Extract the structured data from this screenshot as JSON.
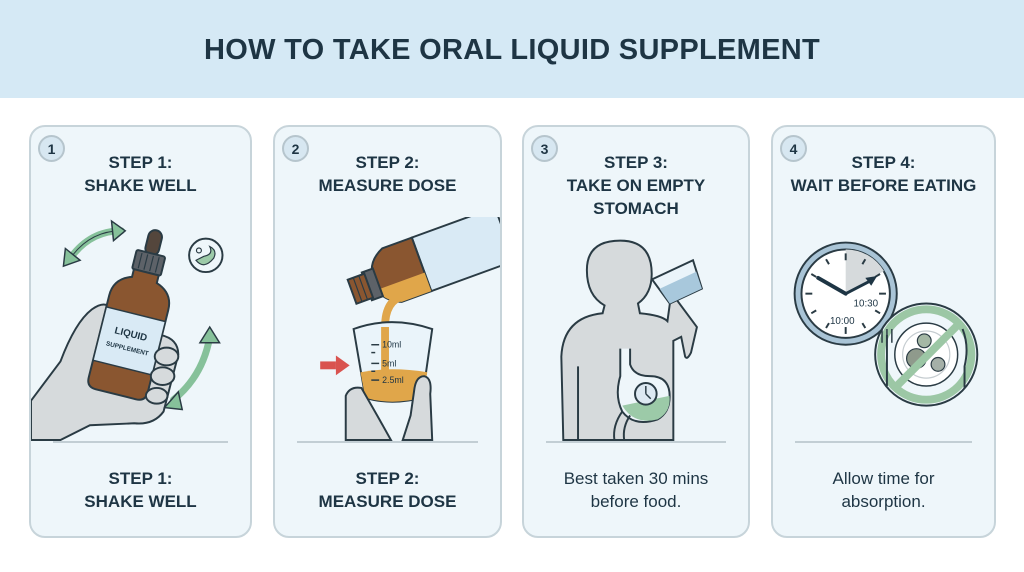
{
  "header": {
    "title": "HOW TO TAKE ORAL LIQUID SUPPLEMENT",
    "background": "#d5e9f5"
  },
  "steps": [
    {
      "number": "1",
      "title_line1": "STEP 1:",
      "title_line2": "SHAKE WELL",
      "title_line3": "",
      "illustration": "hand-shaking-dropper-bottle",
      "bottle_label_line1": "LIQUID",
      "bottle_label_line2": "SUPPLEMENT",
      "caption_line1": "STEP 1:",
      "caption_line2": "SHAKE WELL"
    },
    {
      "number": "2",
      "title_line1": "STEP 2:",
      "title_line2": "MEASURE DOSE",
      "title_line3": "",
      "illustration": "pouring-into-measuring-cup",
      "cup_marks": [
        "10ml",
        "5ml",
        "2.5ml"
      ],
      "caption_line1": "STEP 2:",
      "caption_line2": "MEASURE DOSE"
    },
    {
      "number": "3",
      "title_line1": "STEP 3:",
      "title_line2": "TAKE ON EMPTY",
      "title_line3": "STOMACH",
      "illustration": "person-drinking-with-stomach-clock",
      "caption_line1": "Best taken 30 mins",
      "caption_line2": "before food."
    },
    {
      "number": "4",
      "title_line1": "STEP 4:",
      "title_line2": "WAIT BEFORE EATING",
      "title_line3": "",
      "illustration": "clock-and-no-food-sign",
      "clock_labels": [
        "10:30",
        "10:00"
      ],
      "caption_line1": "Allow time for",
      "caption_line2": "absorption."
    }
  ],
  "colors": {
    "card_bg": "#eef6fa",
    "card_border": "#c7d4da",
    "text": "#1e3544",
    "amber_bottle": "#8a5630",
    "liquid": "#e0a64a",
    "green_arrow": "#86c19a",
    "red_arrow": "#d9534f",
    "body_gray": "#d6dadc",
    "no_sign_green": "#9cc7a5"
  }
}
